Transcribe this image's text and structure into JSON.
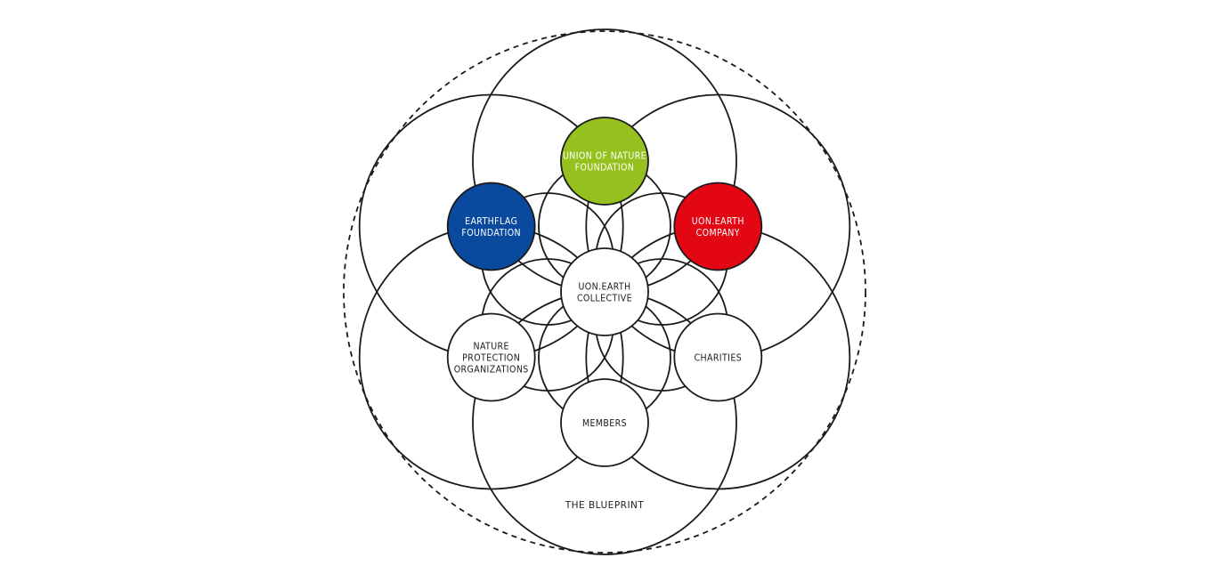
{
  "diagram": {
    "caption": "THE BLUEPRINT",
    "colors": {
      "stroke": "#1a1a1a",
      "green": "#95c11f",
      "blue": "#0a4a9e",
      "red": "#e30613",
      "white": "#ffffff",
      "text_dark": "#1a1a1a",
      "text_light": "#ffffff"
    },
    "nodes": [
      {
        "id": "union-of-nature-foundation",
        "lines": [
          "UNION OF NATURE",
          "FOUNDATION"
        ],
        "fill": "green"
      },
      {
        "id": "earthflag-foundation",
        "lines": [
          "EARTHFLAG",
          "FOUNDATION"
        ],
        "fill": "blue"
      },
      {
        "id": "uon-earth-company",
        "lines": [
          "UON.EARTH",
          "COMPANY"
        ],
        "fill": "red"
      },
      {
        "id": "uon-earth-collective",
        "lines": [
          "UON.EARTH",
          "COLLECTIVE"
        ],
        "fill": "white"
      },
      {
        "id": "nature-protection-organizations",
        "lines": [
          "NATURE",
          "PROTECTION",
          "ORGANIZATIONS"
        ],
        "fill": "white"
      },
      {
        "id": "charities",
        "lines": [
          "CHARITIES"
        ],
        "fill": "white"
      },
      {
        "id": "members",
        "lines": [
          "MEMBERS"
        ],
        "fill": "white"
      }
    ]
  }
}
